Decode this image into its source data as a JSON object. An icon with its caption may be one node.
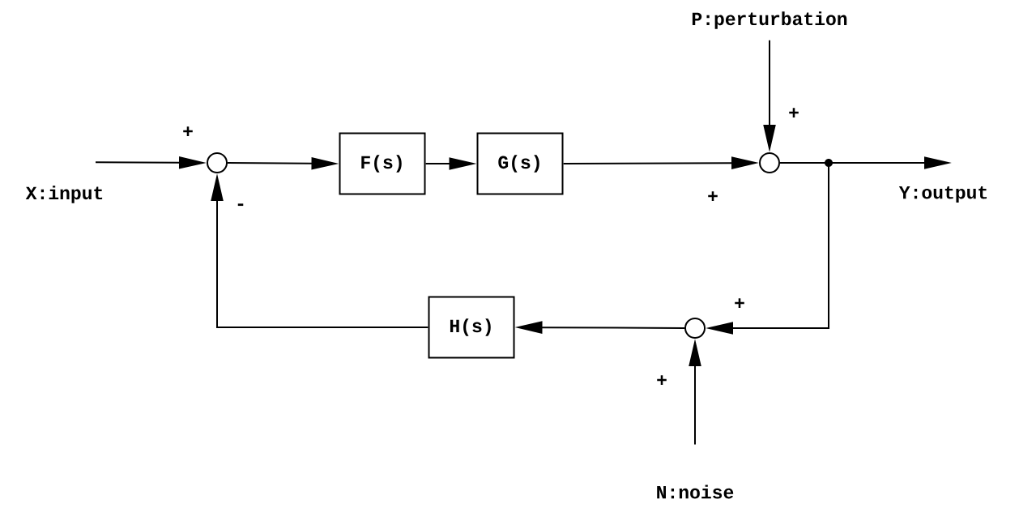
{
  "diagram": {
    "nodes": [
      {
        "text": [
          "X:input"
        ]
      },
      {
        "text": [],
        "shape": "circle"
      },
      {
        "text": [
          "F(s)"
        ]
      },
      {
        "text": [
          "G(s)"
        ]
      },
      {
        "text": [],
        "shape": "circle"
      },
      {
        "text": [
          "P:perturbation"
        ]
      },
      {
        "text": [],
        "shape": "dot"
      },
      {
        "text": [
          "Y:output"
        ]
      },
      {
        "text": [
          "H(s)"
        ]
      },
      {
        "text": [],
        "shape": "circle"
      },
      {
        "text": [
          "N:noise"
        ]
      }
    ],
    "edges": [
      {
        "from": 0,
        "to": 1,
        "arrow": "to"
      },
      {
        "from": 1,
        "to": 2,
        "arrow": "to"
      },
      {
        "from": 2,
        "to": 3,
        "arrow": "to"
      },
      {
        "from": 3,
        "to": 4,
        "arrow": "to"
      },
      {
        "from": 5,
        "to": 4,
        "arrow": "to"
      },
      {
        "from": 4,
        "to": 6,
        "arrow": "none"
      },
      {
        "from": 6,
        "to": 7,
        "arrow": "to"
      },
      {
        "from": 6,
        "to": 9,
        "arrow": "to"
      },
      {
        "from": 10,
        "to": 9,
        "arrow": "to"
      },
      {
        "from": 9,
        "to": 8,
        "arrow": "to"
      },
      {
        "from": 8,
        "to": 1,
        "arrow": "to"
      }
    ],
    "labels": [
      "+",
      "+",
      "+",
      "-",
      "+",
      "+"
    ]
  }
}
